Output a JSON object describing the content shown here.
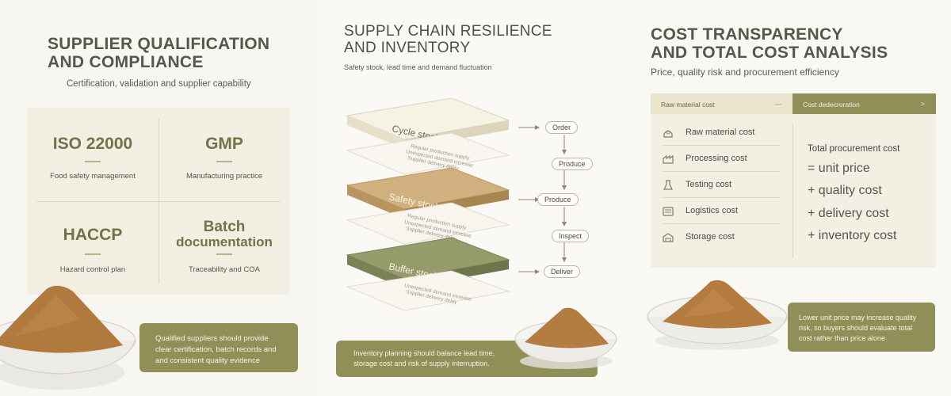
{
  "panel1": {
    "title_line1": "SUPPLIER QUALIFICATION",
    "title_line2": "AND COMPLIANCE",
    "subtitle": "Certification, validation and supplier capability",
    "cells": [
      {
        "title": "ISO 22000",
        "desc": "Food safety management"
      },
      {
        "title": "GMP",
        "desc": "Manufacturing practice"
      },
      {
        "title": "HACCP",
        "desc": "Hazard control plan"
      },
      {
        "title_line1": "Batch",
        "title_line2": "documentation",
        "desc": "Traceability and COA"
      }
    ],
    "callout_lines": [
      "Qualified suppliers should provide",
      "clear certification, batch records and",
      "and consistent quality evidence"
    ]
  },
  "panel2": {
    "title_line1": "SUPPLY CHAIN RESILIENCE",
    "title_line2": "AND INVENTORY",
    "subtitle": "Safety stock, lead time and demand fluctuation",
    "layers": [
      {
        "label": "Cycle stock",
        "color": "#ece6d2",
        "lines": [
          "Regular production supply",
          "Unexpected demand increase",
          "Supplier delivery delay"
        ]
      },
      {
        "label": "Safety stock",
        "color": "#c9a876",
        "lines": [
          "Regular production supply",
          "Unexpected demand increase",
          "Supplier delivery delay"
        ]
      },
      {
        "label": "Buffer stock",
        "color": "#929a68",
        "lines": [
          "Unexpected demand increase",
          "Supplier delivery delay"
        ]
      }
    ],
    "flow": [
      "Order",
      "Produce",
      "Produce",
      "Inspect",
      "Deliver"
    ],
    "callout_lines": [
      "Inventory planning should balance lead time,",
      "storage cost and risk of supply interruption."
    ]
  },
  "panel3": {
    "title_line1": "COST TRANSPARENCY",
    "title_line2": "AND TOTAL COST ANALYSIS",
    "subtitle": "Price, quality risk and procurement efficiency",
    "tab_left": "Raw material cost",
    "tab_left_mark": "—",
    "tab_right": "Cost dedecroration",
    "tab_right_mark": ">",
    "items": [
      {
        "label": "Raw material cost",
        "icon": "raw-material-icon"
      },
      {
        "label": "Processing cost",
        "icon": "processing-icon"
      },
      {
        "label": "Testing cost",
        "icon": "testing-icon"
      },
      {
        "label": "Logistics cost",
        "icon": "logistics-icon"
      },
      {
        "label": "Storage cost",
        "icon": "storage-icon"
      }
    ],
    "formula_title": "Total procurement cost",
    "formula_lines": [
      "= unit price",
      "+ quality cost",
      "+ delivery cost",
      "+ inventory cost"
    ],
    "callout_lines": [
      "Lower unit price may increase quality",
      "risk, so buyers should evaluate total",
      "cost rather than price alone"
    ]
  },
  "colors": {
    "olive": "#8f8f57",
    "olive_text": "#6f7348",
    "caramel": "#c9a876",
    "cream": "#ece6d2",
    "powder": "#b07a3e"
  }
}
